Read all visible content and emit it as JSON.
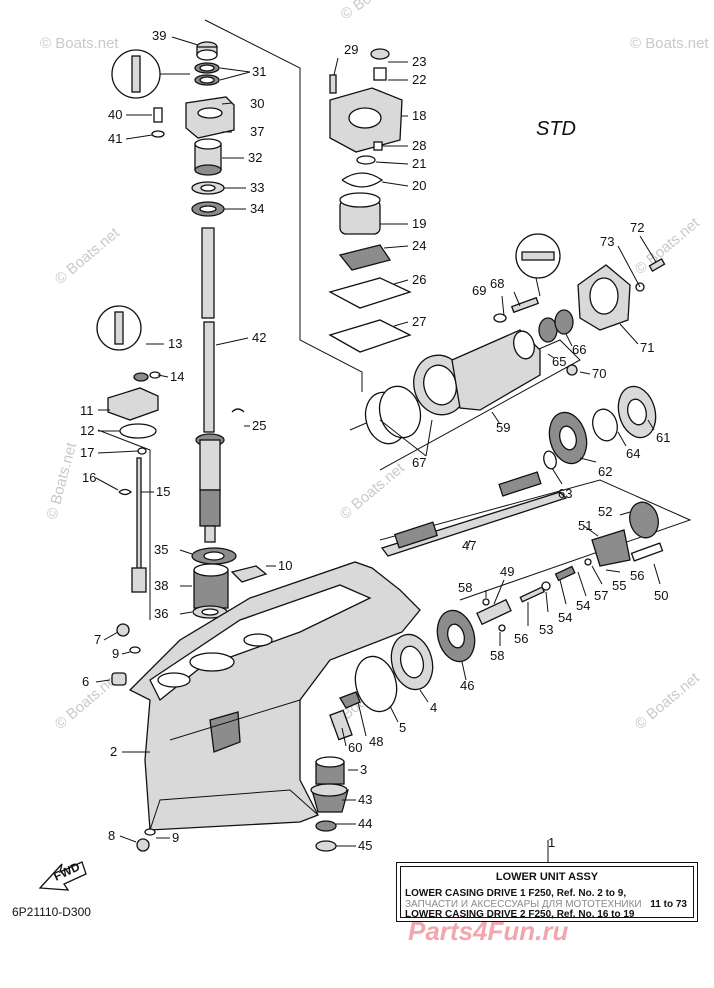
{
  "view_label": "STD",
  "diagram_code": "6P21110-D300",
  "fwd_label": "FWD",
  "watermark": "© Boats.net",
  "brand_watermark": "Parts4Fun.ru",
  "part_numbers": [
    "1",
    "2",
    "3",
    "4",
    "5",
    "6",
    "7",
    "8",
    "9",
    "10",
    "11",
    "12",
    "13",
    "14",
    "15",
    "16",
    "17",
    "18",
    "19",
    "20",
    "21",
    "22",
    "23",
    "24",
    "25",
    "26",
    "27",
    "28",
    "29",
    "30",
    "31",
    "32",
    "33",
    "34",
    "35",
    "36",
    "37",
    "38",
    "39",
    "40",
    "41",
    "42",
    "43",
    "44",
    "45",
    "46",
    "47",
    "48",
    "49",
    "50",
    "51",
    "52",
    "53",
    "54",
    "55",
    "56",
    "57",
    "58",
    "59",
    "60",
    "61",
    "62",
    "63",
    "64",
    "65",
    "66",
    "67",
    "68",
    "69",
    "70",
    "71",
    "72",
    "73"
  ],
  "legend": {
    "title": "LOWER UNIT ASSY",
    "line1": "LOWER CASING DRIVE 1 F250, Ref. No. 2 to 9,",
    "line1b": "11 to 73",
    "line2_ru": "ЗАПЧАСТИ И АКСЕССУАРЫ ДЛЯ МОТОТЕХНИКИ",
    "line3": "LOWER CASING DRIVE 2 F250, Ref. No. 16 to 19"
  }
}
